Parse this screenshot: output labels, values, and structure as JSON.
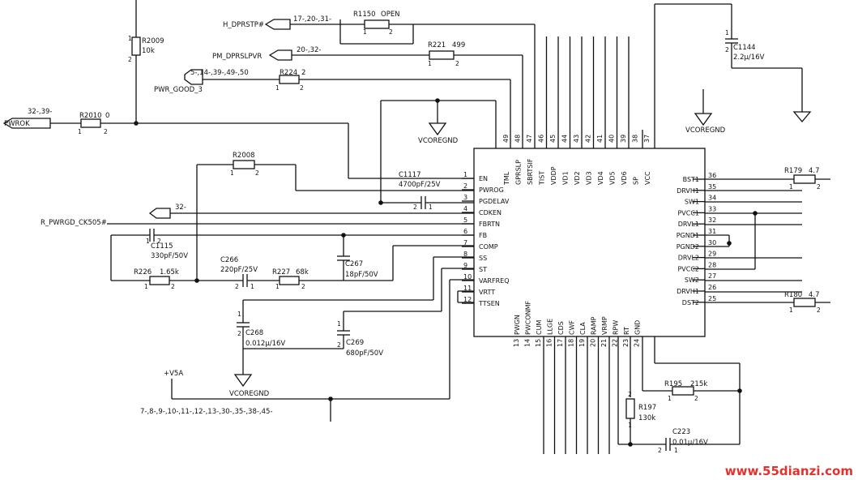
{
  "ic": {
    "left_pins": [
      {
        "n": "1",
        "name": "EN"
      },
      {
        "n": "2",
        "name": "PWROG"
      },
      {
        "n": "3",
        "name": "PGDELAV"
      },
      {
        "n": "4",
        "name": "CDKEN"
      },
      {
        "n": "5",
        "name": "FBRTN"
      },
      {
        "n": "6",
        "name": "FB"
      },
      {
        "n": "7",
        "name": "COMP"
      },
      {
        "n": "8",
        "name": "SS"
      },
      {
        "n": "9",
        "name": "ST"
      },
      {
        "n": "10",
        "name": "VARFREQ"
      },
      {
        "n": "11",
        "name": "VRTT"
      },
      {
        "n": "12",
        "name": "TTSEN"
      }
    ],
    "right_pins": [
      {
        "n": "36",
        "name": "BST1"
      },
      {
        "n": "35",
        "name": "DRVH1"
      },
      {
        "n": "34",
        "name": "SW1"
      },
      {
        "n": "33",
        "name": "PVCC1"
      },
      {
        "n": "32",
        "name": "DRVL1"
      },
      {
        "n": "31",
        "name": "PGND1"
      },
      {
        "n": "30",
        "name": "PGND2"
      },
      {
        "n": "29",
        "name": "DRVL2"
      },
      {
        "n": "28",
        "name": "PVCC2"
      },
      {
        "n": "27",
        "name": "SW2"
      },
      {
        "n": "26",
        "name": "DRVH1"
      },
      {
        "n": "25",
        "name": "DST2"
      }
    ],
    "top_pins": [
      {
        "n": "49",
        "name": "TML"
      },
      {
        "n": "48",
        "name": "GPRSLP"
      },
      {
        "n": "47",
        "name": "SBRTSIF"
      },
      {
        "n": "46",
        "name": "TIST"
      },
      {
        "n": "45",
        "name": "VDDP"
      },
      {
        "n": "44",
        "name": "VD1"
      },
      {
        "n": "43",
        "name": "VD2"
      },
      {
        "n": "42",
        "name": "VD3"
      },
      {
        "n": "41",
        "name": "VD4"
      },
      {
        "n": "40",
        "name": "VD5"
      },
      {
        "n": "39",
        "name": "VD6"
      },
      {
        "n": "38",
        "name": "SP"
      },
      {
        "n": "37",
        "name": "VCC"
      }
    ],
    "bottom_pins": [
      {
        "n": "13",
        "name": "PWGN"
      },
      {
        "n": "14",
        "name": "PWCONMF"
      },
      {
        "n": "15",
        "name": "CUM"
      },
      {
        "n": "16",
        "name": "LLGE"
      },
      {
        "n": "17",
        "name": "CDS"
      },
      {
        "n": "18",
        "name": "CWF"
      },
      {
        "n": "19",
        "name": "CLA"
      },
      {
        "n": "20",
        "name": "RAMP"
      },
      {
        "n": "21",
        "name": "VRMP"
      },
      {
        "n": "22",
        "name": "RPW"
      },
      {
        "n": "23",
        "name": "RT"
      },
      {
        "n": "24",
        "name": "GND"
      }
    ]
  },
  "parts": {
    "r2009": {
      "ref": "R2009",
      "val": "10k"
    },
    "r2010": {
      "ref": "R2010",
      "val": "0"
    },
    "r1150": {
      "ref": "R1150",
      "val": "OPEN"
    },
    "r221": {
      "ref": "R221",
      "val": "499"
    },
    "r224": {
      "ref": "R224",
      "val": "2"
    },
    "r2008": {
      "ref": "R2008"
    },
    "c1117": {
      "ref": "C1117",
      "val": "4700pF/25V"
    },
    "c1115": {
      "ref": "C1115",
      "val": "330pF/50V"
    },
    "r226": {
      "ref": "R226",
      "val": "1.65k"
    },
    "c266": {
      "ref": "C266",
      "val": "220pF/25V"
    },
    "r227": {
      "ref": "R227",
      "val": "68k"
    },
    "c267": {
      "ref": "C267",
      "val": "18pF/50V"
    },
    "c268": {
      "ref": "C268",
      "val": "0.012μ/16V"
    },
    "c269": {
      "ref": "C269",
      "val": "680pF/50V"
    },
    "c1144": {
      "ref": "C1144",
      "val": "2.2μ/16V"
    },
    "r179": {
      "ref": "R179",
      "val": "4.7"
    },
    "r180": {
      "ref": "R180",
      "val": "4.7"
    },
    "r195": {
      "ref": "R195",
      "val": "215k"
    },
    "r197": {
      "ref": "R197",
      "val": "130k"
    },
    "c223": {
      "ref": "C223",
      "val": "0.01μ/16V"
    }
  },
  "nets": {
    "pwrok": "PWROK",
    "pwrok_refs": "32-,39-",
    "h_dprstp": "H_DPRSTP#",
    "h_dprstp_refs": "17-,20-,31-",
    "pm_dprslpvr": "PM_DPRSLPVR",
    "pm_dprslpvr_refs": "20-,32-",
    "pwr_good": "PWR_GOOD_3",
    "pwr_good_refs": "5-,14-,39-,49-,50",
    "r_pwrgd": "R_PWRGD_CK505#",
    "net32": "32-",
    "v5a": "+V5A",
    "v5a_refs": "7-,8-,9-,10-,11-,12-,13-,30-,35-,38-,45-",
    "vcoregnd": "VCOREGND"
  },
  "pin_numbers": {
    "one": "1",
    "two": "2"
  },
  "watermark": "www.55dianzi.com"
}
